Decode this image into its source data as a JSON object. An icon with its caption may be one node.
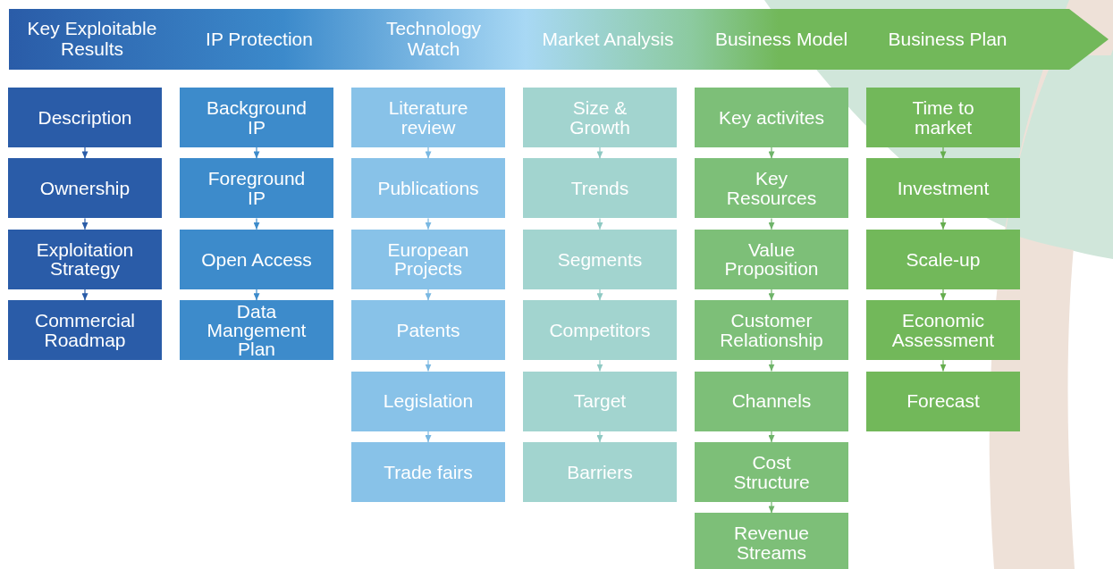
{
  "diagram": {
    "nodes": [
      {
        "text": [
          "Key Exploitable Results",
          "IP Protection",
          "Technology Watch",
          "Market Analysis",
          "Business Model",
          "Business Plan"
        ]
      },
      {
        "text": [
          "Description"
        ]
      },
      {
        "text": [
          "Ownership"
        ]
      },
      {
        "text": [
          "Exploitation Strategy"
        ]
      },
      {
        "text": [
          "Commercial Roadmap"
        ]
      },
      {
        "text": [
          "Background IP"
        ]
      },
      {
        "text": [
          "Foreground IP"
        ]
      },
      {
        "text": [
          "Open Access"
        ]
      },
      {
        "text": [
          "Data Mangement Plan"
        ]
      },
      {
        "text": [
          "Literature review"
        ]
      },
      {
        "text": [
          "Publications"
        ]
      },
      {
        "text": [
          "European Projects"
        ]
      },
      {
        "text": [
          "Patents"
        ]
      },
      {
        "text": [
          "Legislation"
        ]
      },
      {
        "text": [
          "Trade fairs"
        ]
      },
      {
        "text": [
          "Size & Growth"
        ]
      },
      {
        "text": [
          "Trends"
        ]
      },
      {
        "text": [
          "Segments"
        ]
      },
      {
        "text": [
          "Competitors"
        ]
      },
      {
        "text": [
          "Target"
        ]
      },
      {
        "text": [
          "Barriers"
        ]
      },
      {
        "text": [
          "Key activites"
        ]
      },
      {
        "text": [
          "Key Resources"
        ]
      },
      {
        "text": [
          "Value Proposition"
        ]
      },
      {
        "text": [
          "Customer Relationship"
        ]
      },
      {
        "text": [
          "Channels"
        ]
      },
      {
        "text": [
          "Cost Structure"
        ]
      },
      {
        "text": [
          "Revenue Streams"
        ]
      },
      {
        "text": [
          "Time to market"
        ]
      },
      {
        "text": [
          "Investment"
        ]
      },
      {
        "text": [
          "Scale-up"
        ]
      },
      {
        "text": [
          "Economic Assessment"
        ]
      },
      {
        "text": [
          "Forecast"
        ]
      }
    ],
    "edges": [
      {
        "from": 1,
        "to": 2,
        "arrow": "to",
        "color": "#2a5ca8"
      },
      {
        "from": 2,
        "to": 3,
        "arrow": "to",
        "color": "#2a5ca8"
      },
      {
        "from": 3,
        "to": 4,
        "arrow": "to",
        "color": "#2a5ca8"
      },
      {
        "from": 5,
        "to": 6,
        "arrow": "to",
        "color": "#3d8bcb"
      },
      {
        "from": 6,
        "to": 7,
        "arrow": "to",
        "color": "#3d8bcb"
      },
      {
        "from": 7,
        "to": 8,
        "arrow": "to",
        "color": "#3d8bcb"
      },
      {
        "from": 9,
        "to": 10,
        "arrow": "to",
        "color": "#7ab8e2"
      },
      {
        "from": 10,
        "to": 11,
        "arrow": "to",
        "color": "#7ab8e2"
      },
      {
        "from": 11,
        "to": 12,
        "arrow": "to",
        "color": "#7ab8e2"
      },
      {
        "from": 12,
        "to": 13,
        "arrow": "to",
        "color": "#7ab8e2"
      },
      {
        "from": 13,
        "to": 14,
        "arrow": "to",
        "color": "#7ab8e2"
      },
      {
        "from": 15,
        "to": 16,
        "arrow": "to",
        "color": "#8fc9c3"
      },
      {
        "from": 16,
        "to": 17,
        "arrow": "to",
        "color": "#8fc9c3"
      },
      {
        "from": 17,
        "to": 18,
        "arrow": "to",
        "color": "#8fc9c3"
      },
      {
        "from": 18,
        "to": 19,
        "arrow": "to",
        "color": "#8fc9c3"
      },
      {
        "from": 19,
        "to": 20,
        "arrow": "to",
        "color": "#8fc9c3"
      },
      {
        "from": 21,
        "to": 22,
        "arrow": "to",
        "color": "#6fb46a"
      },
      {
        "from": 22,
        "to": 23,
        "arrow": "to",
        "color": "#6fb46a"
      },
      {
        "from": 23,
        "to": 24,
        "arrow": "to",
        "color": "#6fb46a"
      },
      {
        "from": 24,
        "to": 25,
        "arrow": "to",
        "color": "#6fb46a"
      },
      {
        "from": 25,
        "to": 26,
        "arrow": "to",
        "color": "#6fb46a"
      },
      {
        "from": 26,
        "to": 27,
        "arrow": "to",
        "color": "#6fb46a"
      },
      {
        "from": 28,
        "to": 29,
        "arrow": "to",
        "color": "#65ad4e"
      },
      {
        "from": 29,
        "to": 30,
        "arrow": "to",
        "color": "#65ad4e"
      },
      {
        "from": 30,
        "to": 31,
        "arrow": "to",
        "color": "#65ad4e"
      },
      {
        "from": 31,
        "to": 32,
        "arrow": "to",
        "color": "#65ad4e"
      }
    ]
  }
}
